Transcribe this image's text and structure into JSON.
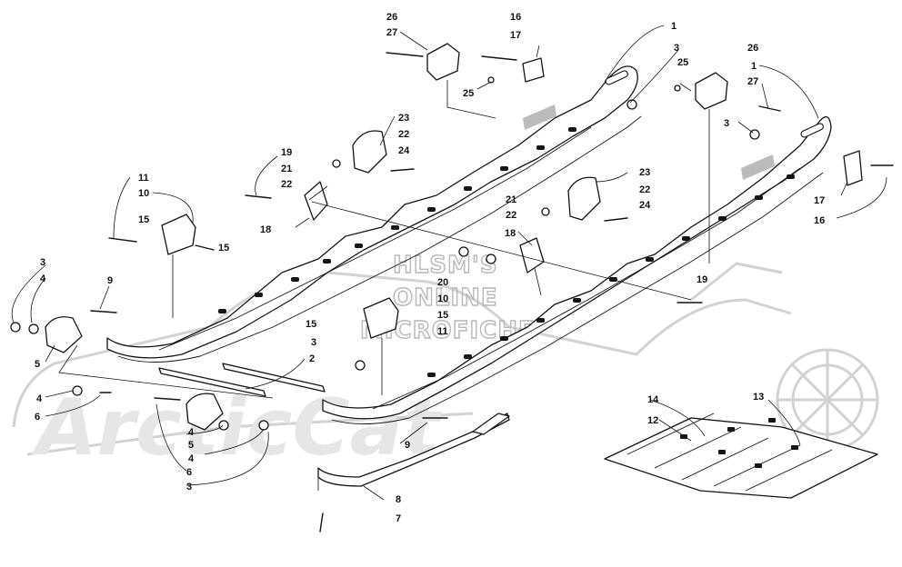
{
  "watermark": {
    "line1": "HLSM'S",
    "line2": "ONLINE",
    "line3": "MICROFICHE",
    "logo": "ArcticCat"
  },
  "labels": [
    {
      "id": "l1a",
      "text": "1"
    },
    {
      "id": "l1b",
      "text": "1"
    },
    {
      "id": "l2",
      "text": "2"
    },
    {
      "id": "l3a",
      "text": "3"
    },
    {
      "id": "l3b",
      "text": "3"
    },
    {
      "id": "l3c",
      "text": "3"
    },
    {
      "id": "l3d",
      "text": "3"
    },
    {
      "id": "l3e",
      "text": "3"
    },
    {
      "id": "l4a",
      "text": "4"
    },
    {
      "id": "l4b",
      "text": "4"
    },
    {
      "id": "l4c",
      "text": "4"
    },
    {
      "id": "l4d",
      "text": "4"
    },
    {
      "id": "l5a",
      "text": "5"
    },
    {
      "id": "l5b",
      "text": "5"
    },
    {
      "id": "l6a",
      "text": "6"
    },
    {
      "id": "l6b",
      "text": "6"
    },
    {
      "id": "l7",
      "text": "7"
    },
    {
      "id": "l8",
      "text": "8"
    },
    {
      "id": "l9a",
      "text": "9"
    },
    {
      "id": "l9b",
      "text": "9"
    },
    {
      "id": "l10a",
      "text": "10"
    },
    {
      "id": "l10b",
      "text": "10"
    },
    {
      "id": "l11a",
      "text": "11"
    },
    {
      "id": "l11b",
      "text": "11"
    },
    {
      "id": "l12",
      "text": "12"
    },
    {
      "id": "l13",
      "text": "13"
    },
    {
      "id": "l14",
      "text": "14"
    },
    {
      "id": "l15a",
      "text": "15"
    },
    {
      "id": "l15b",
      "text": "15"
    },
    {
      "id": "l15c",
      "text": "15"
    },
    {
      "id": "l15d",
      "text": "15"
    },
    {
      "id": "l16a",
      "text": "16"
    },
    {
      "id": "l16b",
      "text": "16"
    },
    {
      "id": "l17a",
      "text": "17"
    },
    {
      "id": "l17b",
      "text": "17"
    },
    {
      "id": "l18a",
      "text": "18"
    },
    {
      "id": "l18b",
      "text": "18"
    },
    {
      "id": "l19a",
      "text": "19"
    },
    {
      "id": "l19b",
      "text": "19"
    },
    {
      "id": "l20",
      "text": "20"
    },
    {
      "id": "l21a",
      "text": "21"
    },
    {
      "id": "l21b",
      "text": "21"
    },
    {
      "id": "l22a",
      "text": "22"
    },
    {
      "id": "l22b",
      "text": "22"
    },
    {
      "id": "l22c",
      "text": "22"
    },
    {
      "id": "l22d",
      "text": "22"
    },
    {
      "id": "l23a",
      "text": "23"
    },
    {
      "id": "l23b",
      "text": "23"
    },
    {
      "id": "l24a",
      "text": "24"
    },
    {
      "id": "l24b",
      "text": "24"
    },
    {
      "id": "l25a",
      "text": "25"
    },
    {
      "id": "l25b",
      "text": "25"
    },
    {
      "id": "l26a",
      "text": "26"
    },
    {
      "id": "l26b",
      "text": "26"
    },
    {
      "id": "l27a",
      "text": "27"
    },
    {
      "id": "l27b",
      "text": "27"
    }
  ]
}
